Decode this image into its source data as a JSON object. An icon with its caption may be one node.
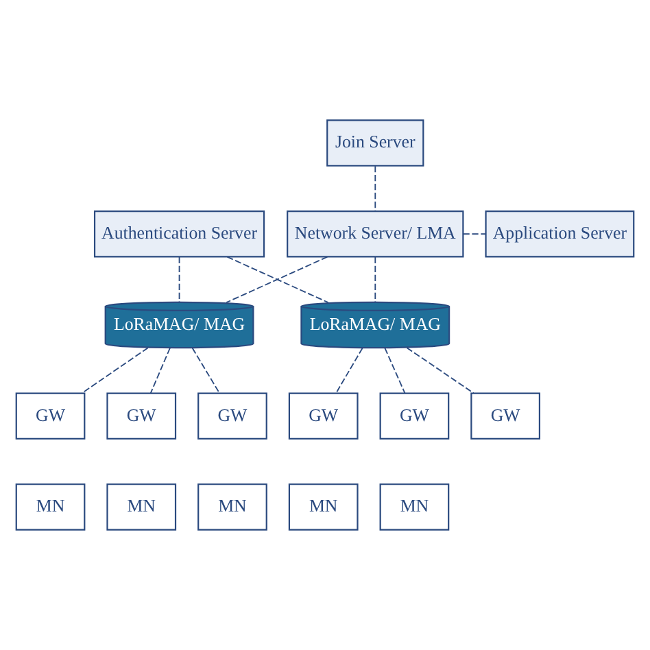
{
  "diagram": {
    "nodes": [
      {
        "text": [
          "Join Server"
        ]
      },
      {
        "text": [
          "Network Server/ LMA"
        ]
      },
      {
        "text": [
          "Application Server"
        ]
      },
      {
        "text": [
          "Authentication Server"
        ]
      },
      {
        "text": [
          "LoRaMAG/ MAG"
        ]
      },
      {
        "text": [
          "LoRaMAG/ MAG"
        ]
      },
      {
        "text": [
          "GW"
        ]
      },
      {
        "text": [
          "GW"
        ]
      },
      {
        "text": [
          "GW"
        ]
      },
      {
        "text": [
          "GW"
        ]
      },
      {
        "text": [
          "GW"
        ]
      },
      {
        "text": [
          "GW"
        ]
      },
      {
        "text": [
          "MN"
        ]
      },
      {
        "text": [
          "MN"
        ]
      },
      {
        "text": [
          "MN"
        ]
      },
      {
        "text": [
          "MN"
        ]
      },
      {
        "text": [
          "MN"
        ]
      }
    ],
    "edges": [
      {
        "from": 0,
        "to": 1,
        "arrow": "none",
        "style": "dashed"
      },
      {
        "from": 1,
        "to": 2,
        "arrow": "none",
        "style": "dashed"
      },
      {
        "from": 1,
        "to": 4,
        "arrow": "none",
        "style": "dashed"
      },
      {
        "from": 1,
        "to": 5,
        "arrow": "none",
        "style": "dashed"
      },
      {
        "from": 3,
        "to": 4,
        "arrow": "none",
        "style": "dashed"
      },
      {
        "from": 3,
        "to": 5,
        "arrow": "none",
        "style": "dashed"
      },
      {
        "from": 4,
        "to": 6,
        "arrow": "none",
        "style": "dashed"
      },
      {
        "from": 4,
        "to": 7,
        "arrow": "none",
        "style": "dashed"
      },
      {
        "from": 4,
        "to": 8,
        "arrow": "none",
        "style": "dashed"
      },
      {
        "from": 5,
        "to": 9,
        "arrow": "none",
        "style": "dashed"
      },
      {
        "from": 5,
        "to": 10,
        "arrow": "none",
        "style": "dashed"
      },
      {
        "from": 5,
        "to": 11,
        "arrow": "none",
        "style": "dashed"
      }
    ]
  }
}
